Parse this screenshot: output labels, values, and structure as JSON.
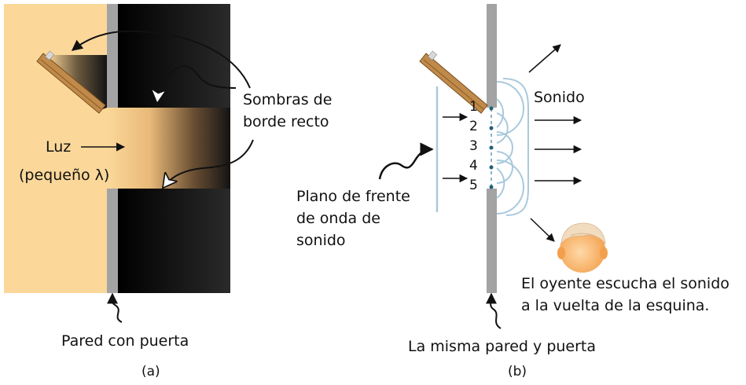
{
  "panel_a": {
    "caption": "(a)",
    "light_label_1": "Luz",
    "light_label_2": "(pequeño λ)",
    "shadow_label_1": "Sombras de",
    "shadow_label_2": "borde recto",
    "wall_label": "Pared con puerta"
  },
  "panel_b": {
    "caption": "(b)",
    "sound_label": "Sonido",
    "wavefront_label_1": "Plano de frente",
    "wavefront_label_2": "de onda de",
    "wavefront_label_3": "sonido",
    "listener_label_1": "El oyente escucha el sonido",
    "listener_label_2": "a la vuelta de la esquina.",
    "wall_label": "La misma pared y puerta",
    "source_points": [
      "1",
      "2",
      "3",
      "4",
      "5"
    ]
  },
  "colors": {
    "light": "#fbd89a",
    "wall": "#a3a3a3",
    "dark": "#141414",
    "wave": "#a9c9dc",
    "dot": "#1f5f7a",
    "door": "#9c6b30"
  },
  "icons": [
    "door-icon",
    "listener-head-icon"
  ]
}
